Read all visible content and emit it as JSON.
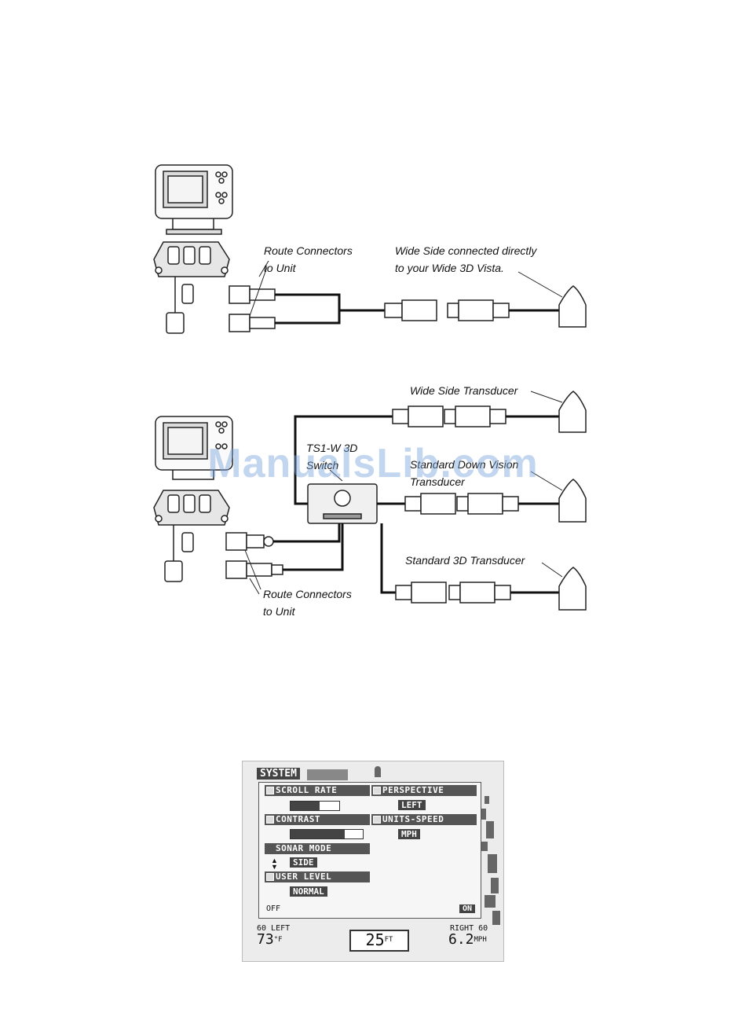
{
  "diagram1": {
    "label_route": [
      "Route Connectors",
      "to Unit"
    ],
    "label_wide": [
      "Wide Side connected directly",
      "to your Wide 3D Vista."
    ]
  },
  "diagram2": {
    "label_wide_transducer": "Wide Side Transducer",
    "label_switch": [
      "TS1-W 3D",
      "Switch"
    ],
    "label_std_down": [
      "Standard Down Vision",
      "Transducer"
    ],
    "label_std_3d": "Standard 3D Transducer",
    "label_route": [
      "Route Connectors",
      "to Unit"
    ]
  },
  "watermark": "ManualsLib.com",
  "system_screen": {
    "title": "SYSTEM",
    "scroll_rate": "SCROLL RATE",
    "perspective": "PERSPECTIVE",
    "perspective_value": "LEFT",
    "contrast": "CONTRAST",
    "units_speed": "UNITS-SPEED",
    "units_speed_value": "MPH",
    "sonar_mode": "SONAR MODE",
    "sonar_mode_value": "SIDE",
    "user_level": "USER LEVEL",
    "user_level_value": "NORMAL",
    "off": "OFF",
    "on": "ON",
    "left_range": "60 LEFT",
    "right_range": "RIGHT 60",
    "temp_value": "73",
    "temp_unit": "°F",
    "depth_value": "25",
    "depth_unit": "FT",
    "speed_value": "6.2",
    "speed_unit": "MPH",
    "scroll_rate_level": 0.6,
    "contrast_level": 0.75
  }
}
